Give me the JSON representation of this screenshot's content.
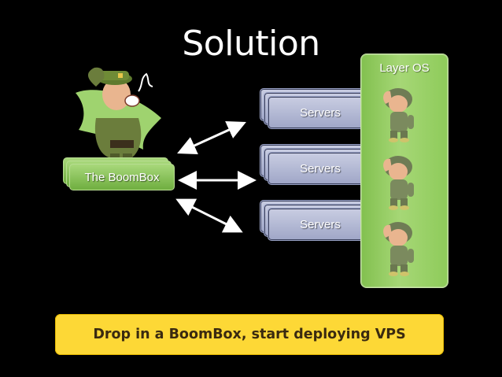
{
  "title": "Solution",
  "layer_os": {
    "label": "Layer OS"
  },
  "servers": [
    {
      "label": "Servers"
    },
    {
      "label": "Servers"
    },
    {
      "label": "Servers"
    }
  ],
  "boombox": {
    "label": "The BoomBox"
  },
  "footer": {
    "text": "Drop in a BoomBox, start deploying VPS"
  },
  "colors": {
    "background": "#000000",
    "footer": "#fdd836",
    "layer_os": "#93cd60",
    "server_card": "#aab0cf",
    "boombox": "#86c256"
  },
  "icons": [
    "sergeant-illustration",
    "soldier-saluting-icon",
    "double-arrow-icon"
  ]
}
